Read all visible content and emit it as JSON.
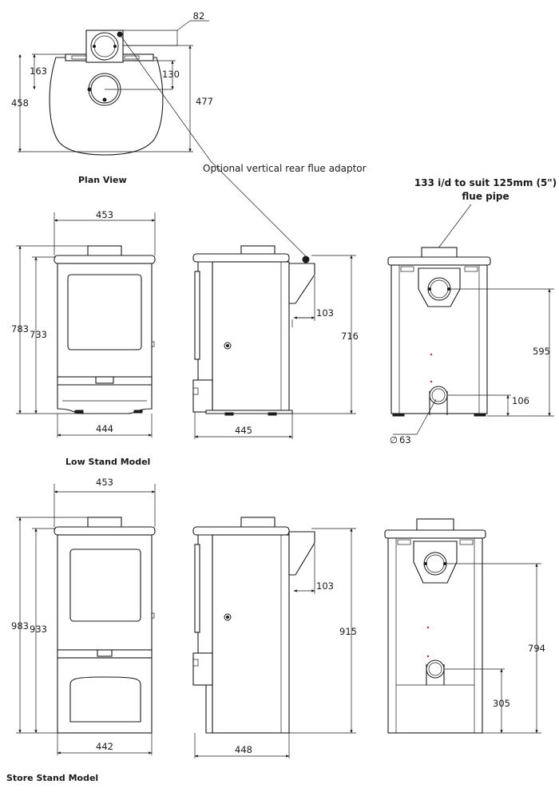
{
  "plan": {
    "caption": "Plan View",
    "dims": {
      "top_offset": "82",
      "flue_pos": "163",
      "collar": "130",
      "depth_inner": "458",
      "depth_total": "477"
    },
    "callout": "Optional vertical rear flue adaptor"
  },
  "flue_note": {
    "line1": "133 i/d to suit 125mm (5\")",
    "line2": "flue pipe"
  },
  "low_stand": {
    "caption": "Low Stand Model",
    "dims": {
      "top_width": "453",
      "total_height": "783",
      "body_height": "733",
      "base_width": "444",
      "side_offset": "103",
      "side_height": "716",
      "side_depth": "445",
      "rear_flue_height": "595",
      "air_inlet_height": "106",
      "air_inlet_dia": "63"
    }
  },
  "store_stand": {
    "caption": "Store Stand Model",
    "dims": {
      "top_width": "453",
      "total_height": "983",
      "body_height": "933",
      "base_width": "442",
      "side_offset": "103",
      "side_height": "915",
      "side_depth": "448",
      "rear_flue_height": "794",
      "air_inlet_height": "305"
    }
  },
  "symbols": {
    "diameter": "∅"
  }
}
